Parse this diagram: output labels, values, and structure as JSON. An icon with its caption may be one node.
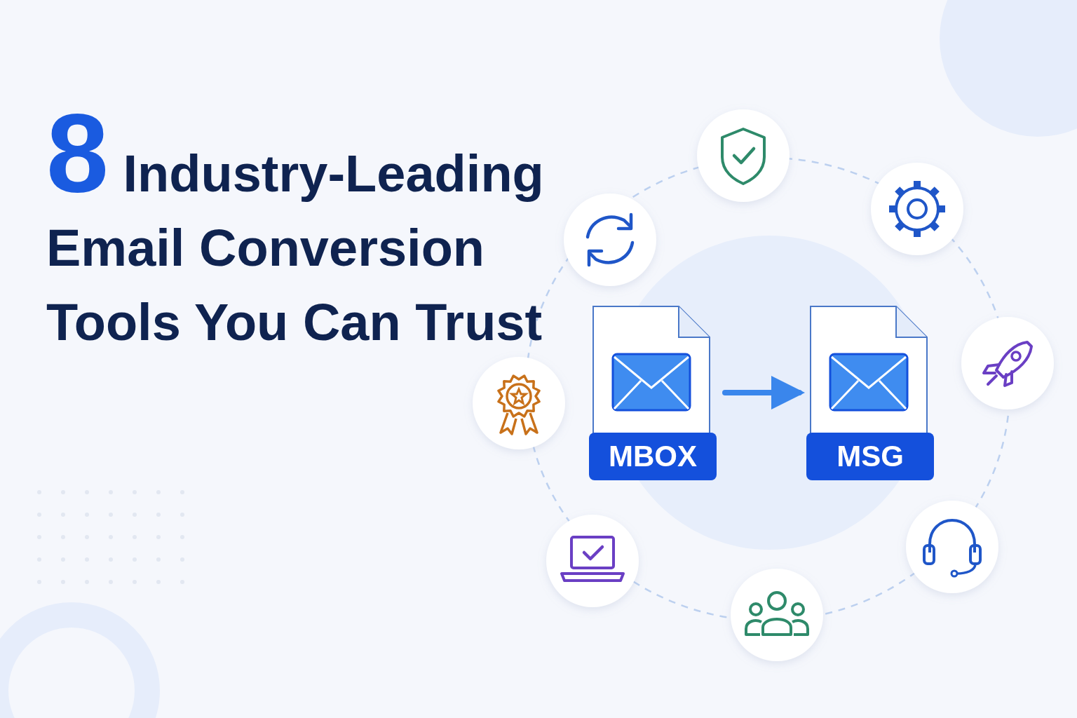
{
  "diagram": {
    "title": "8 Industry-Leading Email Conversion Tools You Can Trust",
    "nodes": [
      {
        "text": [
          "MBOX"
        ]
      },
      {
        "text": [
          "MSG"
        ]
      }
    ],
    "edges": [
      {
        "from": 0,
        "to": 1,
        "arrow": "to"
      }
    ]
  }
}
